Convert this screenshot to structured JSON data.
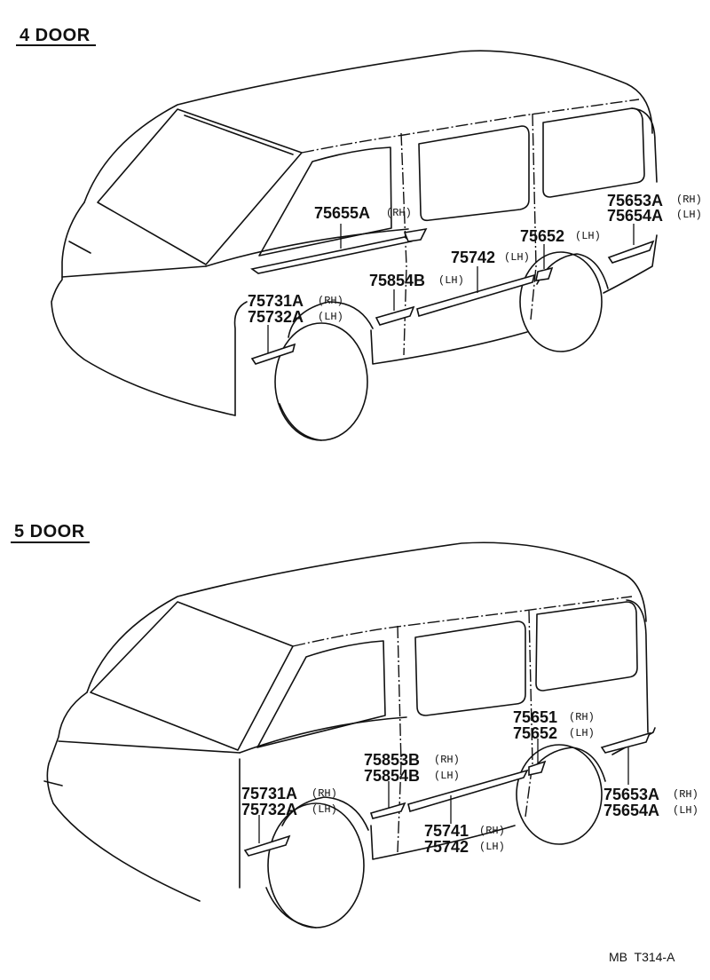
{
  "sections": {
    "four_door": {
      "title": "4 DOOR",
      "parts": {
        "p75655A": {
          "num": "75655A",
          "side": "(RH)"
        },
        "p75653A": {
          "num": "75653A",
          "side": "(RH)"
        },
        "p75654A": {
          "num": "75654A",
          "side": "(LH)"
        },
        "p75652": {
          "num": "75652",
          "side": "(LH)"
        },
        "p75742": {
          "num": "75742",
          "side": "(LH)"
        },
        "p75854B": {
          "num": "75854B",
          "side": "(LH)"
        },
        "p75731A": {
          "num": "75731A",
          "side": "(RH)"
        },
        "p75732A": {
          "num": "75732A",
          "side": "(LH)"
        }
      }
    },
    "five_door": {
      "title": "5 DOOR",
      "parts": {
        "p75651": {
          "num": "75651",
          "side": "(RH)"
        },
        "p75652": {
          "num": "75652",
          "side": "(LH)"
        },
        "p75853B": {
          "num": "75853B",
          "side": "(RH)"
        },
        "p75854B": {
          "num": "75854B",
          "side": "(LH)"
        },
        "p75731A": {
          "num": "75731A",
          "side": "(RH)"
        },
        "p75732A": {
          "num": "75732A",
          "side": "(LH)"
        },
        "p75741": {
          "num": "75741",
          "side": "(RH)"
        },
        "p75742": {
          "num": "75742",
          "side": "(LH)"
        },
        "p75653A": {
          "num": "75653A",
          "side": "(RH)"
        },
        "p75654A": {
          "num": "75654A",
          "side": "(LH)"
        }
      }
    }
  },
  "footer": {
    "code": "MB  T314-A"
  }
}
